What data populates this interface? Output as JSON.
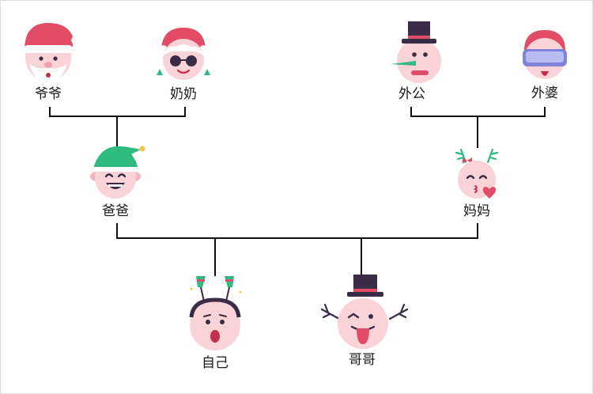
{
  "family_tree": {
    "nodes": [
      {
        "id": "yeye",
        "label": "爷爷",
        "icon": "santa-claus-face-icon"
      },
      {
        "id": "nainai",
        "label": "奶奶",
        "icon": "mrs-claus-face-icon"
      },
      {
        "id": "waigong",
        "label": "外公",
        "icon": "snowman-face-icon"
      },
      {
        "id": "waipo",
        "label": "外婆",
        "icon": "ski-goggles-face-icon"
      },
      {
        "id": "baba",
        "label": "爸爸",
        "icon": "elf-face-icon"
      },
      {
        "id": "mama",
        "label": "妈妈",
        "icon": "reindeer-kiss-face-icon"
      },
      {
        "id": "ziji",
        "label": "自己",
        "icon": "surprised-antlers-face-icon"
      },
      {
        "id": "gege",
        "label": "哥哥",
        "icon": "snowman-tongue-face-icon"
      }
    ],
    "relations": [
      {
        "parents": [
          "yeye",
          "nainai"
        ],
        "child": "baba"
      },
      {
        "parents": [
          "waigong",
          "waipo"
        ],
        "child": "mama"
      },
      {
        "parents": [
          "baba",
          "mama"
        ],
        "children": [
          "ziji",
          "gege"
        ]
      }
    ]
  },
  "colors": {
    "skin": "#f9d3d8",
    "skin_shadow": "#f2b6bf",
    "santa_red": "#e24c66",
    "elf_green": "#2dbb7f",
    "hat_black": "#3a2b47",
    "goggles_blue": "#7f83d9",
    "line": "#111111"
  }
}
